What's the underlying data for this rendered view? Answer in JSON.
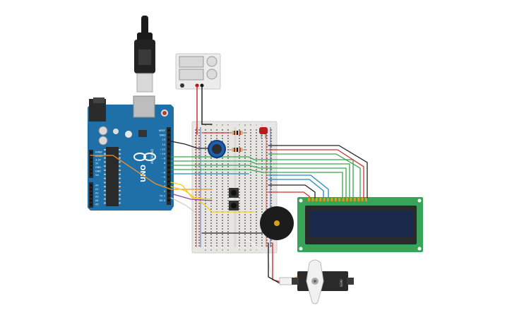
{
  "arduino": {
    "brand": "ARDUINO",
    "model": "UNO",
    "pin_labels_digital": [
      "AREF",
      "GND",
      "13",
      "12",
      "~11",
      "~10",
      "~9",
      "8",
      "7",
      "~6",
      "~5",
      "4",
      "~3",
      "2",
      "TX 1",
      "RX 0"
    ],
    "pin_labels_power": [
      "IOREF",
      "RESET",
      "3.3V",
      "5V",
      "GND",
      "GND",
      "Vin"
    ],
    "pin_labels_analog": [
      "A0",
      "A1",
      "A2",
      "A3",
      "A4",
      "A5"
    ]
  },
  "breadboard": {
    "column_letters_top": [
      "a",
      "b",
      "c",
      "d",
      "e",
      "f",
      "g",
      "h",
      "i",
      "j"
    ],
    "column_letters_bottom": [
      "a",
      "b",
      "c",
      "d",
      "e",
      "f",
      "g",
      "h",
      "i",
      "j"
    ]
  },
  "servo": {
    "label": "SG90"
  },
  "colors": {
    "arduino_blue": "#1f6fa8",
    "lcd_pcb": "#3aa35a",
    "lcd_screen": "#1b2a4a",
    "breadboard": "#e8e6e3",
    "wire_red": "#d32f2f",
    "wire_black": "#222222",
    "wire_green": "#36a852",
    "wire_blue": "#1e88c8",
    "wire_orange": "#f29322",
    "wire_yellow": "#f4cc1a",
    "wire_purple": "#8e44ad"
  },
  "icons": [
    "usb-cable-icon",
    "power-supply-icon",
    "potentiometer-icon",
    "led-icon",
    "resistor-icon",
    "pushbutton-icon",
    "buzzer-icon",
    "servo-icon",
    "lcd-icon"
  ]
}
